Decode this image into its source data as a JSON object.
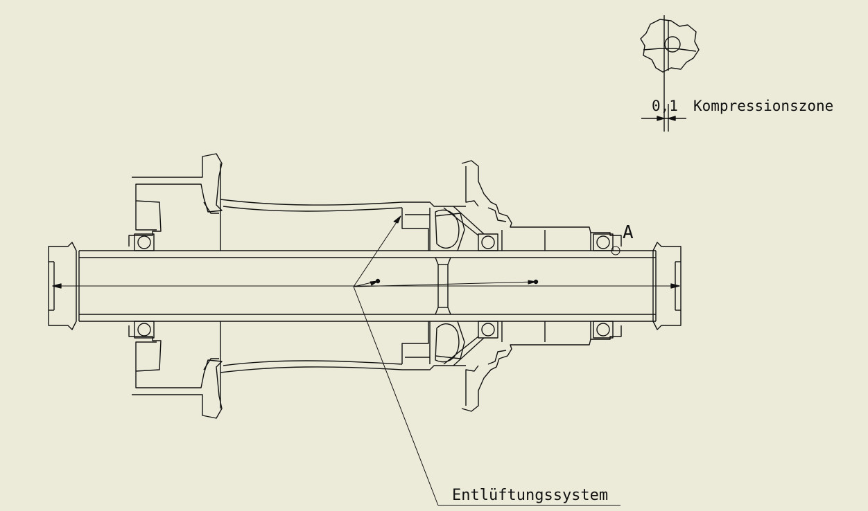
{
  "drawing": {
    "label_venting": "Entlüftungssystem",
    "label_detail_ref": "A",
    "detail": {
      "dimension_value": "0,1",
      "label_compression": "Kompressionszone"
    }
  },
  "colors": {
    "background": "#ecebd9",
    "line": "#111111"
  }
}
